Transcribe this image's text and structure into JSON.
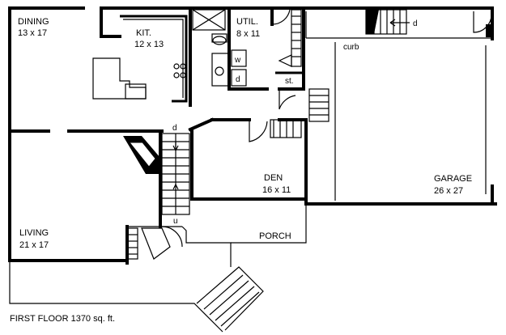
{
  "rooms": {
    "dining": {
      "name": "DINING",
      "size": "13 x 17"
    },
    "kitchen": {
      "name": "KIT.",
      "size": "12 x 13"
    },
    "utility": {
      "name": "UTIL.",
      "size": "8 x 11"
    },
    "den": {
      "name": "DEN",
      "size": "16 x 11"
    },
    "garage": {
      "name": "GARAGE",
      "size": "26 x 27"
    },
    "living": {
      "name": "LIVING",
      "size": "21 x 17"
    },
    "porch": {
      "name": "PORCH"
    }
  },
  "fixtures": {
    "washer": "w",
    "dryer": "d",
    "storage": "st.",
    "curb": "curb",
    "stair_down_garage": "d",
    "stair_down_main": "d",
    "stair_up_main": "u"
  },
  "caption": "FIRST FLOOR  1370 sq. ft."
}
